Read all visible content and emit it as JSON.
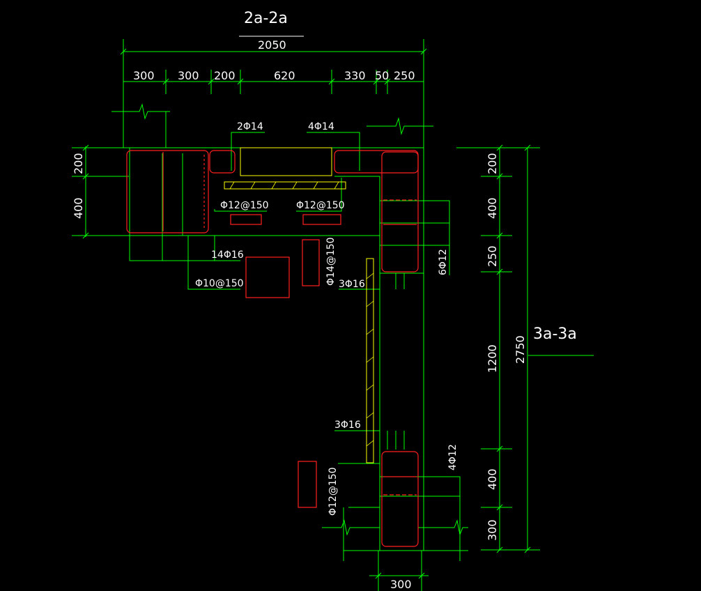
{
  "titles": {
    "section_top": "2a-2a",
    "section_right": "3a-3a"
  },
  "dimensions": {
    "top_total": "2050",
    "top_segments": [
      "300",
      "300",
      "200",
      "620",
      "330",
      "50",
      "250"
    ],
    "left_segments": [
      "200",
      "400"
    ],
    "right_total": "2750",
    "right_segments": [
      "200",
      "400",
      "250",
      "1200",
      "400",
      "300"
    ],
    "bottom_width": "300"
  },
  "rebar_labels": {
    "top_left_bars": "2Φ14",
    "top_right_bars": "4Φ14",
    "stirrup_left": "Φ12@150",
    "stirrup_right": "Φ12@150",
    "main_bars": "14Φ16",
    "ties": "Φ10@150",
    "vertical_stirrup": "Φ14@150",
    "wall_bars_top": "3Φ16",
    "column_bars_upper": "6Φ12",
    "wall_bars_bottom": "3Φ16",
    "column_bars_lower": "4Φ12",
    "bottom_stirrup": "Φ12@150"
  },
  "colors": {
    "dimension": "#00ff00",
    "rebar": "#ff2020",
    "hatch": "#ffff00",
    "text": "#ffffff",
    "background": "#000000"
  }
}
